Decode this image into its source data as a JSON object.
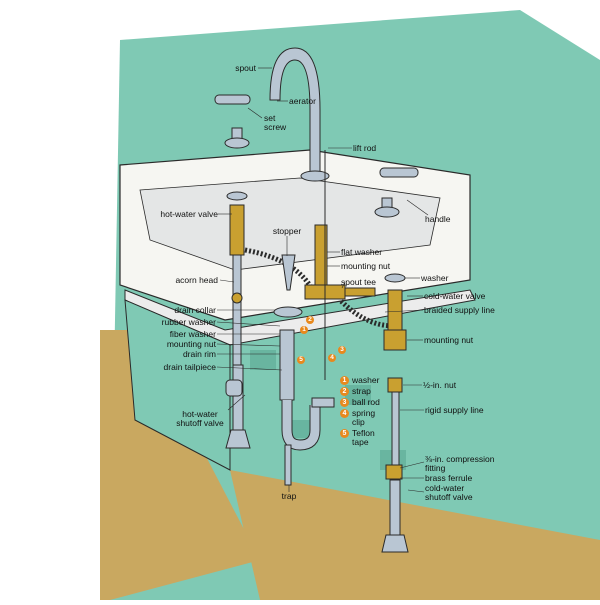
{
  "colors": {
    "wall": "#7fc9b4",
    "floor": "#c9a860",
    "sink": "#f6f6f2",
    "chrome": "#b9c6d3",
    "brass": "#c9a030",
    "accent": "#e8891e",
    "outline": "#2a2a2a"
  },
  "labels": {
    "spout": "spout",
    "aerator": "aerator",
    "set_screw": "set\nscrew",
    "lift_rod": "lift rod",
    "handle": "handle",
    "hot_water_valve": "hot-water valve",
    "stopper": "stopper",
    "flat_washer": "flat washer",
    "mounting_nut_top": "mounting nut",
    "washer_top": "washer",
    "acorn_head": "acorn head",
    "spout_tee": "spout tee",
    "cold_water_valve": "cold-water valve",
    "braided_supply_line": "braided supply line",
    "drain_collar": "drain collar",
    "rubber_washer": "rubber washer",
    "fiber_washer": "fiber washer",
    "mounting_nut_left": "mounting nut",
    "drain_rim": "drain rim",
    "drain_tailpiece": "drain tailpiece",
    "mounting_nut_right": "mounting nut",
    "half_in_nut": "½-in. nut",
    "rigid_supply_line": "rigid supply line",
    "hot_water_shutoff_valve": "hot-water\nshutoff valve",
    "compression_fitting": "⅜-in. compression\nfitting",
    "brass_ferrule": "brass ferrule",
    "cold_water_shutoff_valve": "cold-water\nshutoff valve",
    "trap": "trap"
  },
  "legend": [
    {
      "num": "1",
      "text": "washer"
    },
    {
      "num": "2",
      "text": "strap"
    },
    {
      "num": "3",
      "text": "ball rod"
    },
    {
      "num": "4",
      "text": "spring\nclip"
    },
    {
      "num": "5",
      "text": "Teflon\ntape"
    }
  ],
  "callout_numbers": [
    "1",
    "2",
    "3",
    "4",
    "5"
  ]
}
